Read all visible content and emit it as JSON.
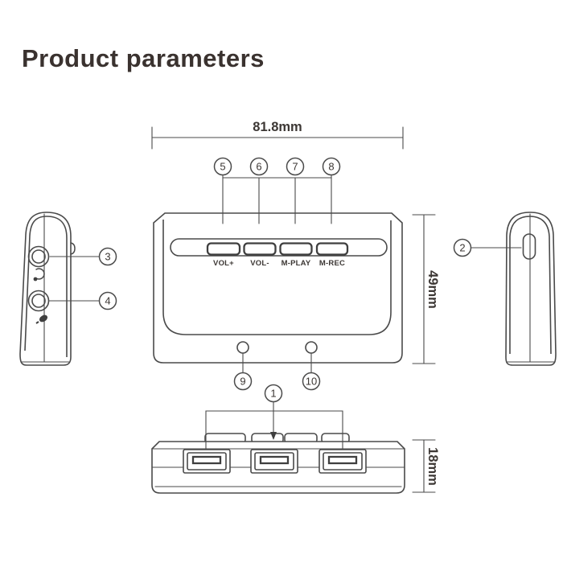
{
  "page": {
    "title": "Product parameters"
  },
  "diagram": {
    "dimensions": {
      "width": "81.8mm",
      "height": "49mm",
      "thickness": "18mm"
    },
    "front_view": {
      "buttons": [
        {
          "callout": "5",
          "label": "VOL+"
        },
        {
          "callout": "6",
          "label": "VOL-"
        },
        {
          "callout": "7",
          "label": "M-PLAY"
        },
        {
          "callout": "8",
          "label": "M-REC"
        }
      ],
      "bottom_hole_callouts": [
        "9",
        "10"
      ]
    },
    "left_view": {
      "callouts": [
        "3",
        "4"
      ],
      "icons": [
        "headphone-icon",
        "microphone-icon"
      ]
    },
    "right_view": {
      "callouts": [
        "2"
      ]
    },
    "bottom_view": {
      "callouts": [
        "1"
      ]
    },
    "colors": {
      "line": "#4a4a4a",
      "text": "#3c3734",
      "background": "#ffffff"
    }
  }
}
